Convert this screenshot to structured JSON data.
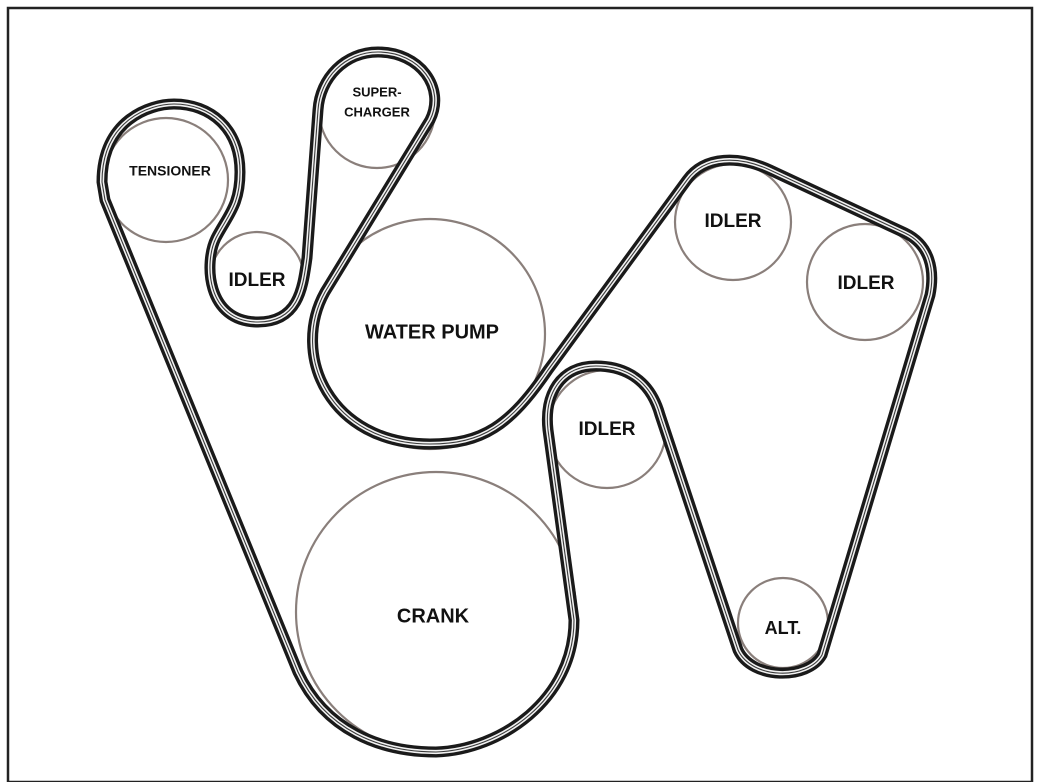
{
  "diagram": {
    "pulleys": {
      "tensioner": {
        "label": "TENSIONER"
      },
      "supercharger": {
        "label_line1": "SUPER-",
        "label_line2": "CHARGER"
      },
      "idler_small": {
        "label": "IDLER"
      },
      "water_pump": {
        "label": "WATER PUMP"
      },
      "idler_top_right": {
        "label": "IDLER"
      },
      "idler_far_right": {
        "label": "IDLER"
      },
      "idler_center": {
        "label": "IDLER"
      },
      "crank": {
        "label": "CRANK"
      },
      "alternator": {
        "label": "ALT."
      }
    },
    "colors": {
      "belt": "#1a1a1a",
      "pulley_outline": "#8a7f7b",
      "frame": "#222222"
    }
  }
}
